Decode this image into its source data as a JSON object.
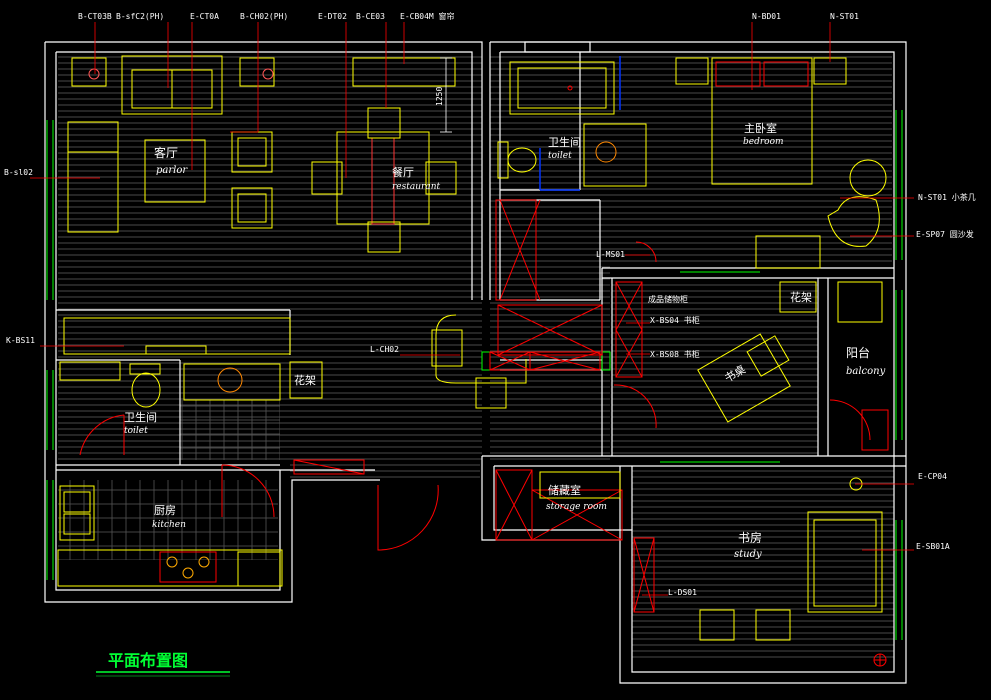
{
  "drawing_title": "平面布置图",
  "top_tags": [
    "B-CT03B",
    "B-sfC2(PH)",
    "E-CT0A",
    "B-CH02(PH)",
    "E-DT02",
    "B-CE03",
    "E-CB04M 窗帘",
    "N-BD01",
    "N-ST01"
  ],
  "side_tags": {
    "left_top": "B-sl02",
    "left_mid": "K-BS11",
    "center_door": "L-CH02",
    "center_ms": "L-MS01",
    "bookcase_note": "成品储物柜",
    "bookcase1": "X-BS04 书柜",
    "bookcase2": "X-BS08 书柜",
    "study_ds": "L-DS01",
    "right1": "N-ST01 小茶几",
    "right2": "E-SP07 圆沙发",
    "right3": "E-CP04",
    "right4": "E-SB01A"
  },
  "dimension": "1250",
  "rooms": {
    "living_cn": "客厅",
    "living_en": "parlor",
    "dining_cn": "餐厅",
    "dining_en": "restaurant",
    "bath1_cn": "卫生间",
    "bath1_en": "toilet",
    "master_cn": "主卧室",
    "master_en": "bedroom",
    "toilet2_cn": "卫生间",
    "toilet2_en": "toilet",
    "kitchen_cn": "厨房",
    "kitchen_en": "kitchen",
    "storage_cn": "储藏室",
    "storage_en": "storage room",
    "study_cn": "书房",
    "study_en": "study",
    "balcony_cn": "阳台",
    "balcony_en": "balcony",
    "flower1": "花架",
    "flower2": "花架",
    "desk": "书桌"
  },
  "colors": {
    "wall": "#ffffff",
    "furniture": "#ffff00",
    "tag_line": "#ff0000",
    "floor": "#555555",
    "accent": "#00ff00",
    "blue": "#0033ff",
    "magenta": "#ff00ff"
  }
}
